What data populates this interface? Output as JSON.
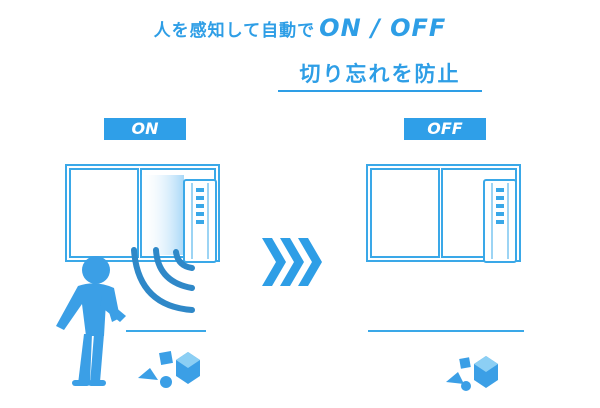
{
  "headline": {
    "prefix": "人を感知して自動で",
    "emphasis": "ON / OFF"
  },
  "subheadline": "切り忘れを防止",
  "panels": [
    {
      "label": "ON"
    },
    {
      "label": "OFF"
    }
  ],
  "colors": {
    "accent": "#2e9ee6",
    "frame": "#3aa8e8",
    "child": "#3b9fe6",
    "wave": "#2f88c8"
  },
  "icons": [
    "window-frame",
    "window-air-conditioner-icon",
    "motion-wave-icon",
    "chevrons-right-icon",
    "child-figure",
    "toy-blocks-icon"
  ]
}
